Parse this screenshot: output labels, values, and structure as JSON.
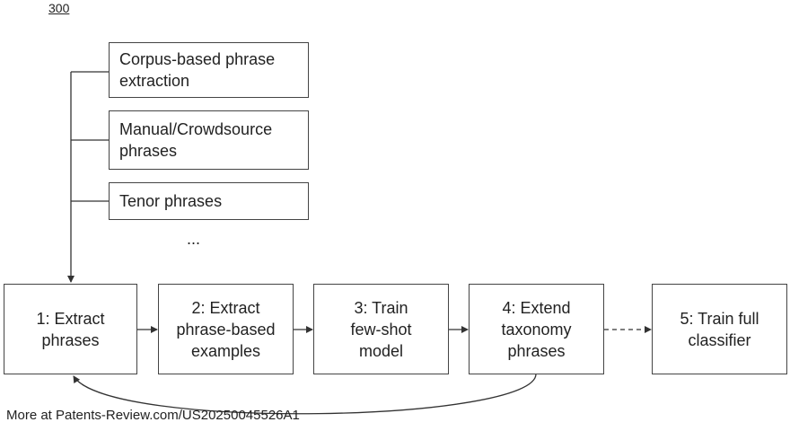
{
  "figure_number": "300",
  "sources": [
    {
      "label": "Corpus-based phrase\nextraction"
    },
    {
      "label": "Manual/Crowdsource\nphrases"
    },
    {
      "label": "Tenor phrases"
    }
  ],
  "sources_ellipsis": "...",
  "steps": [
    {
      "label": "1: Extract\nphrases"
    },
    {
      "label": "2: Extract\nphrase-based\nexamples"
    },
    {
      "label": "3: Train\nfew-shot\nmodel"
    },
    {
      "label": "4: Extend\ntaxonomy\nphrases"
    },
    {
      "label": "5: Train full\nclassifier"
    }
  ],
  "footer": "More at Patents-Review.com/US20250045526A1"
}
